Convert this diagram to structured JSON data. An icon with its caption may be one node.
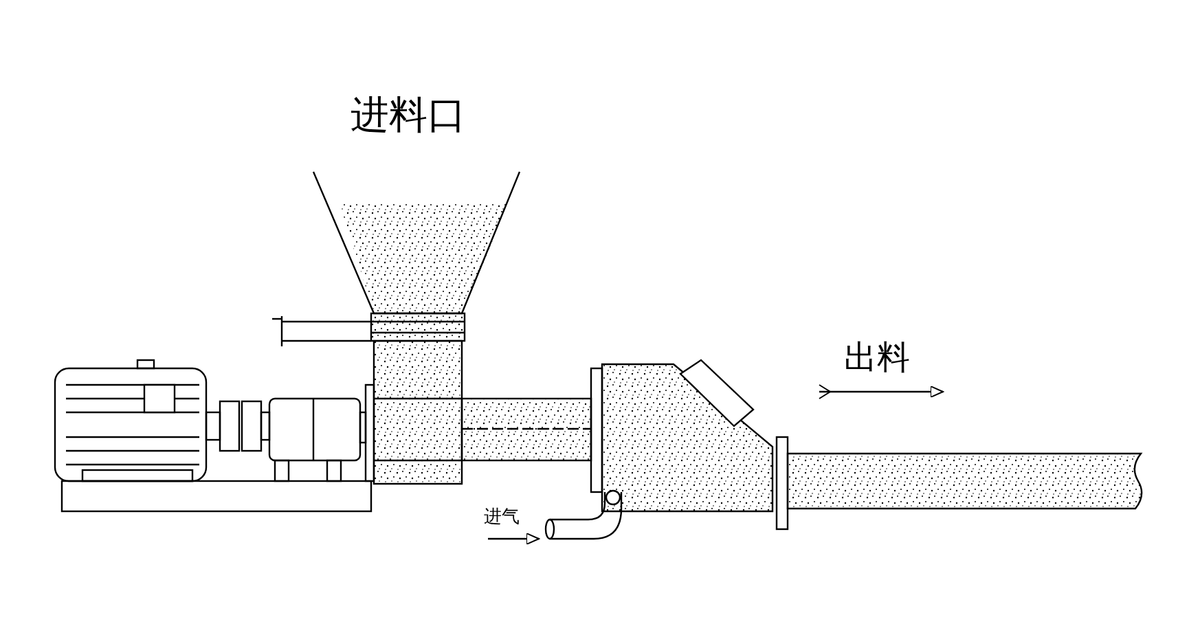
{
  "diagram": {
    "labels": [
      "进料口",
      "出料",
      "进气"
    ]
  }
}
